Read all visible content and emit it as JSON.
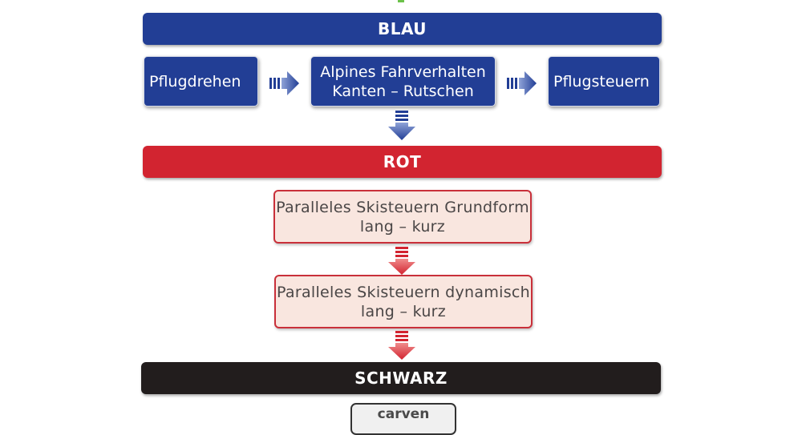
{
  "levels": {
    "blau": {
      "label": "BLAU",
      "color": "#223e95",
      "steps": {
        "pflugdrehen": "Pflugdrehen",
        "alpines_line1": "Alpines Fahrverhalten",
        "alpines_line2": "Kanten – Rutschen",
        "pflugsteuern": "Pflugsteuern"
      }
    },
    "rot": {
      "label": "ROT",
      "color": "#d22430",
      "steps": {
        "grundform_line1": "Paralleles Skisteuern Grundform",
        "grundform_line2": "lang – kurz",
        "dynamisch_line1": "Paralleles Skisteuern dynamisch",
        "dynamisch_line2": "lang – kurz"
      }
    },
    "schwarz": {
      "label": "SCHWARZ",
      "color": "#221d1d",
      "steps": {
        "carven": "carven"
      }
    }
  }
}
